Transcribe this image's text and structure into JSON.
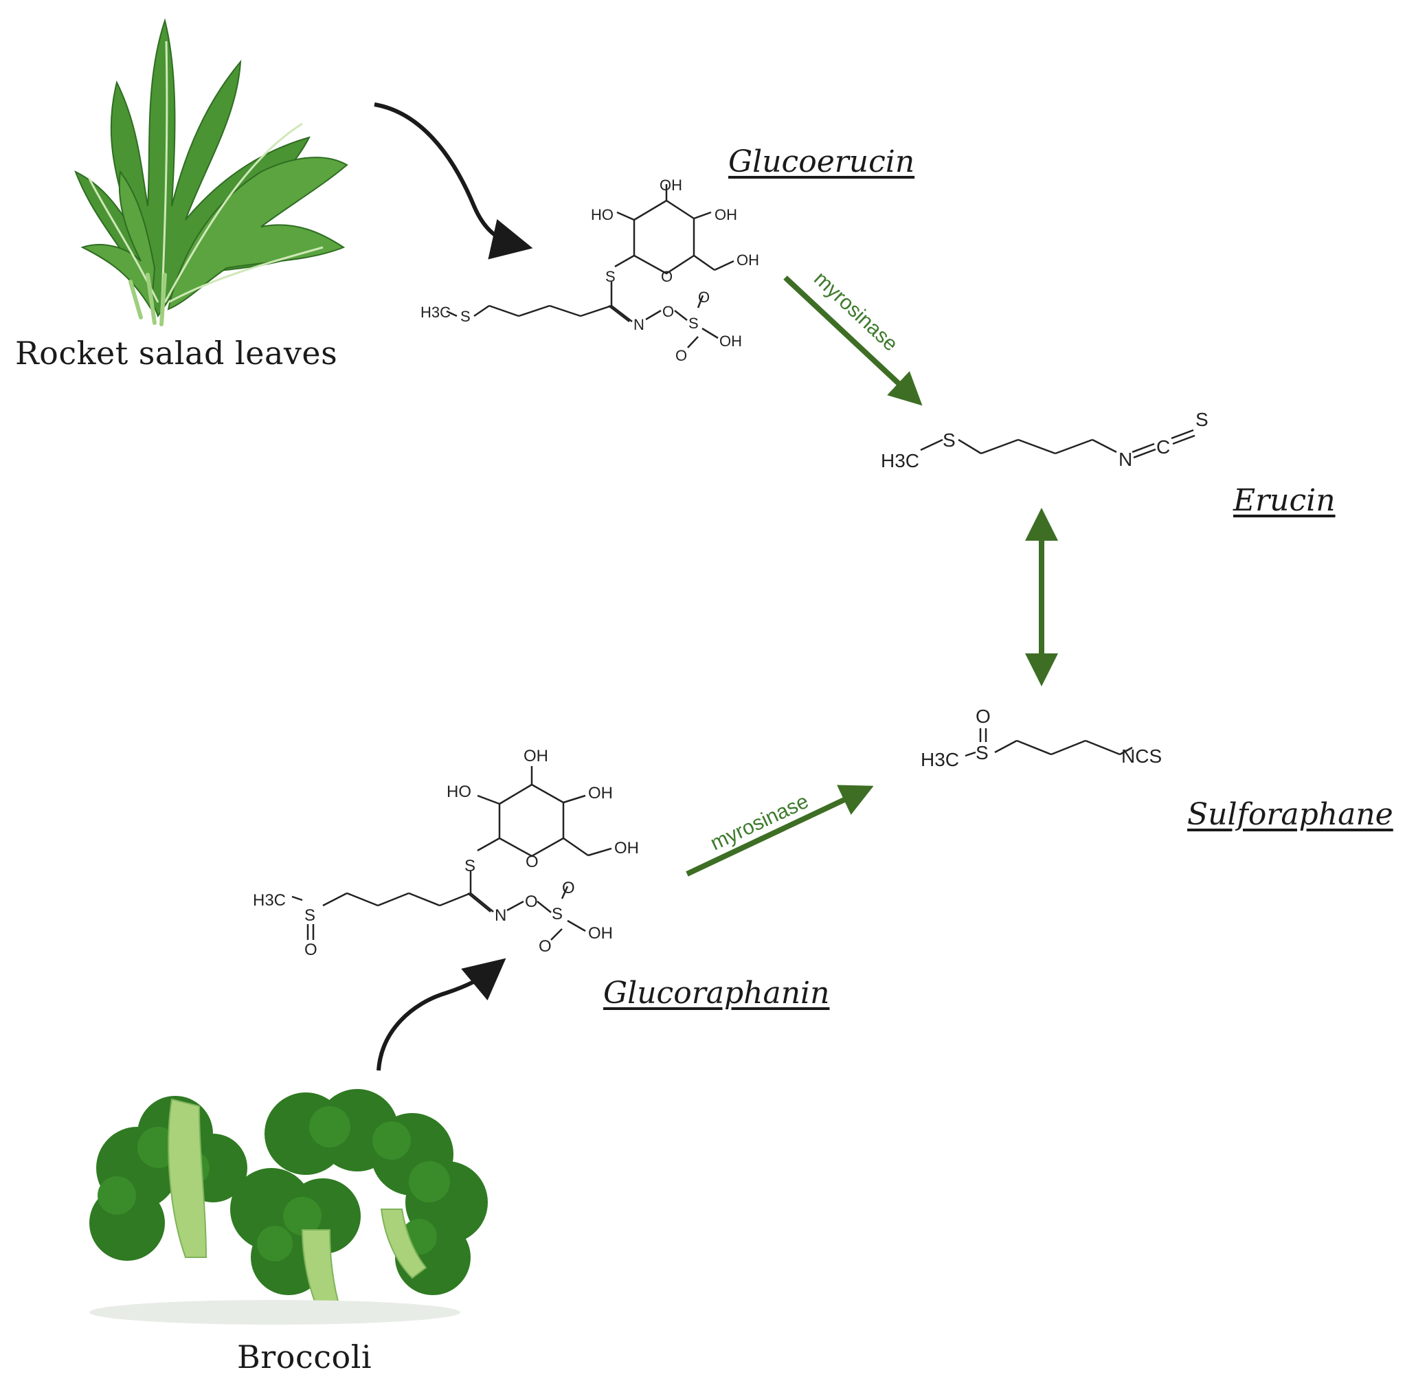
{
  "sources": {
    "rocket_label": "Rocket salad leaves",
    "broccoli_label": "Broccoli"
  },
  "compounds": {
    "glucoerucin": "Glucoerucin",
    "erucin": "Erucin",
    "sulforaphane": "Sulforaphane",
    "glucoraphanin": "Glucoraphanin"
  },
  "enzymes": {
    "top": "myrosinase",
    "bottom": "myrosinase"
  },
  "atoms": {
    "oh": "OH",
    "ho": "HO",
    "o": "O",
    "s": "S",
    "n": "N",
    "c": "C",
    "ncs": "NCS",
    "h3c": "H3C"
  },
  "colors": {
    "arrow_dark": "#1a1a1a",
    "arrow_green": "#3d6e24",
    "enzyme_text": "#3d7a2c",
    "leaf_green": "#3f8a2e",
    "broccoli_green": "#2f7a22"
  },
  "icons": {
    "rocket": "rocket-salad-leaves-image",
    "broccoli": "broccoli-image"
  }
}
